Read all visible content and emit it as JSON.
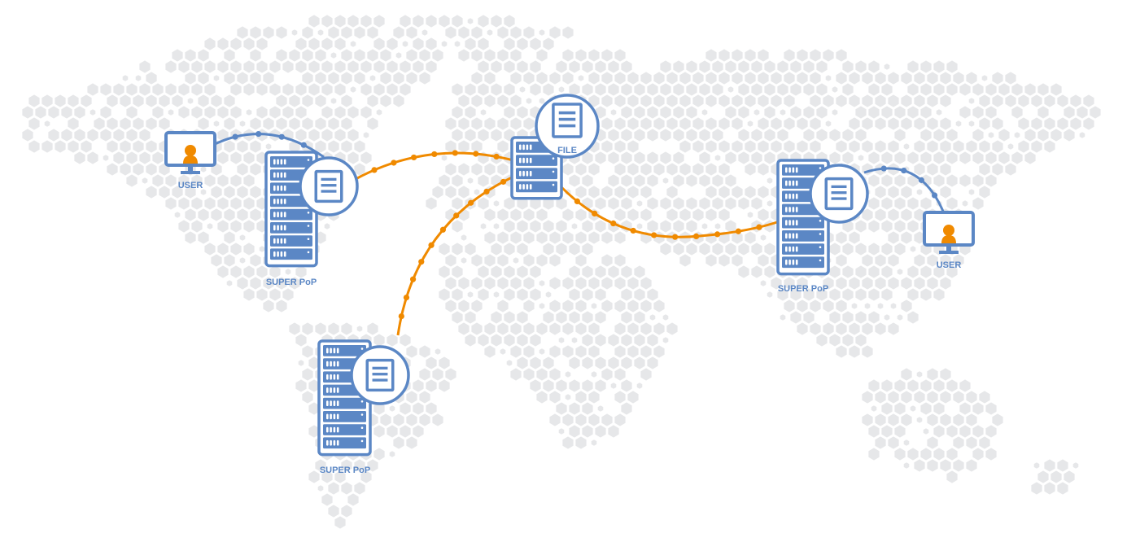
{
  "colors": {
    "blue": "#5b87c5",
    "orange": "#f08a00",
    "map": "#e6e7e9"
  },
  "labels": {
    "user_left": "USER",
    "user_right": "USER",
    "pop_na": "SUPER PoP",
    "pop_sa": "SUPER PoP",
    "pop_asia": "SUPER PoP",
    "origin_file": "FILE"
  },
  "icons": [
    "monitor-user-icon",
    "server-rack-icon",
    "document-icon",
    "world-map-hex"
  ]
}
